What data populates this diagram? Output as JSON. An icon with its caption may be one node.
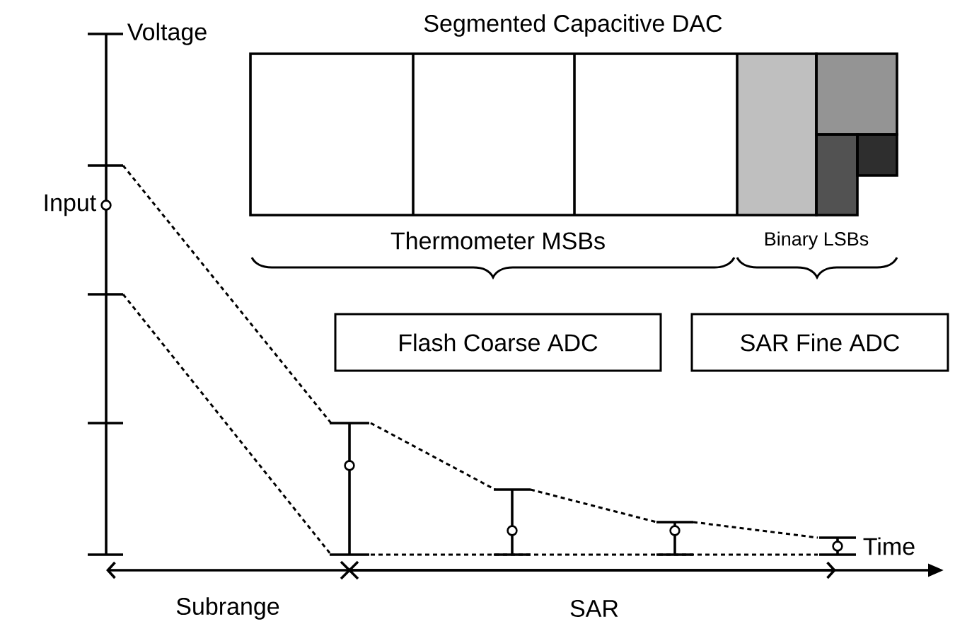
{
  "diagram": {
    "nodes": [
      {
        "text": [
          "Flash Coarse ADC"
        ]
      },
      {
        "text": [
          "SAR Fine ADC"
        ]
      }
    ],
    "labels": [
      "Voltage",
      "Segmented Capacitive DAC",
      "Input",
      "Thermometer MSBs",
      "Binary LSBs",
      "Time",
      "Subrange",
      "SAR"
    ]
  }
}
